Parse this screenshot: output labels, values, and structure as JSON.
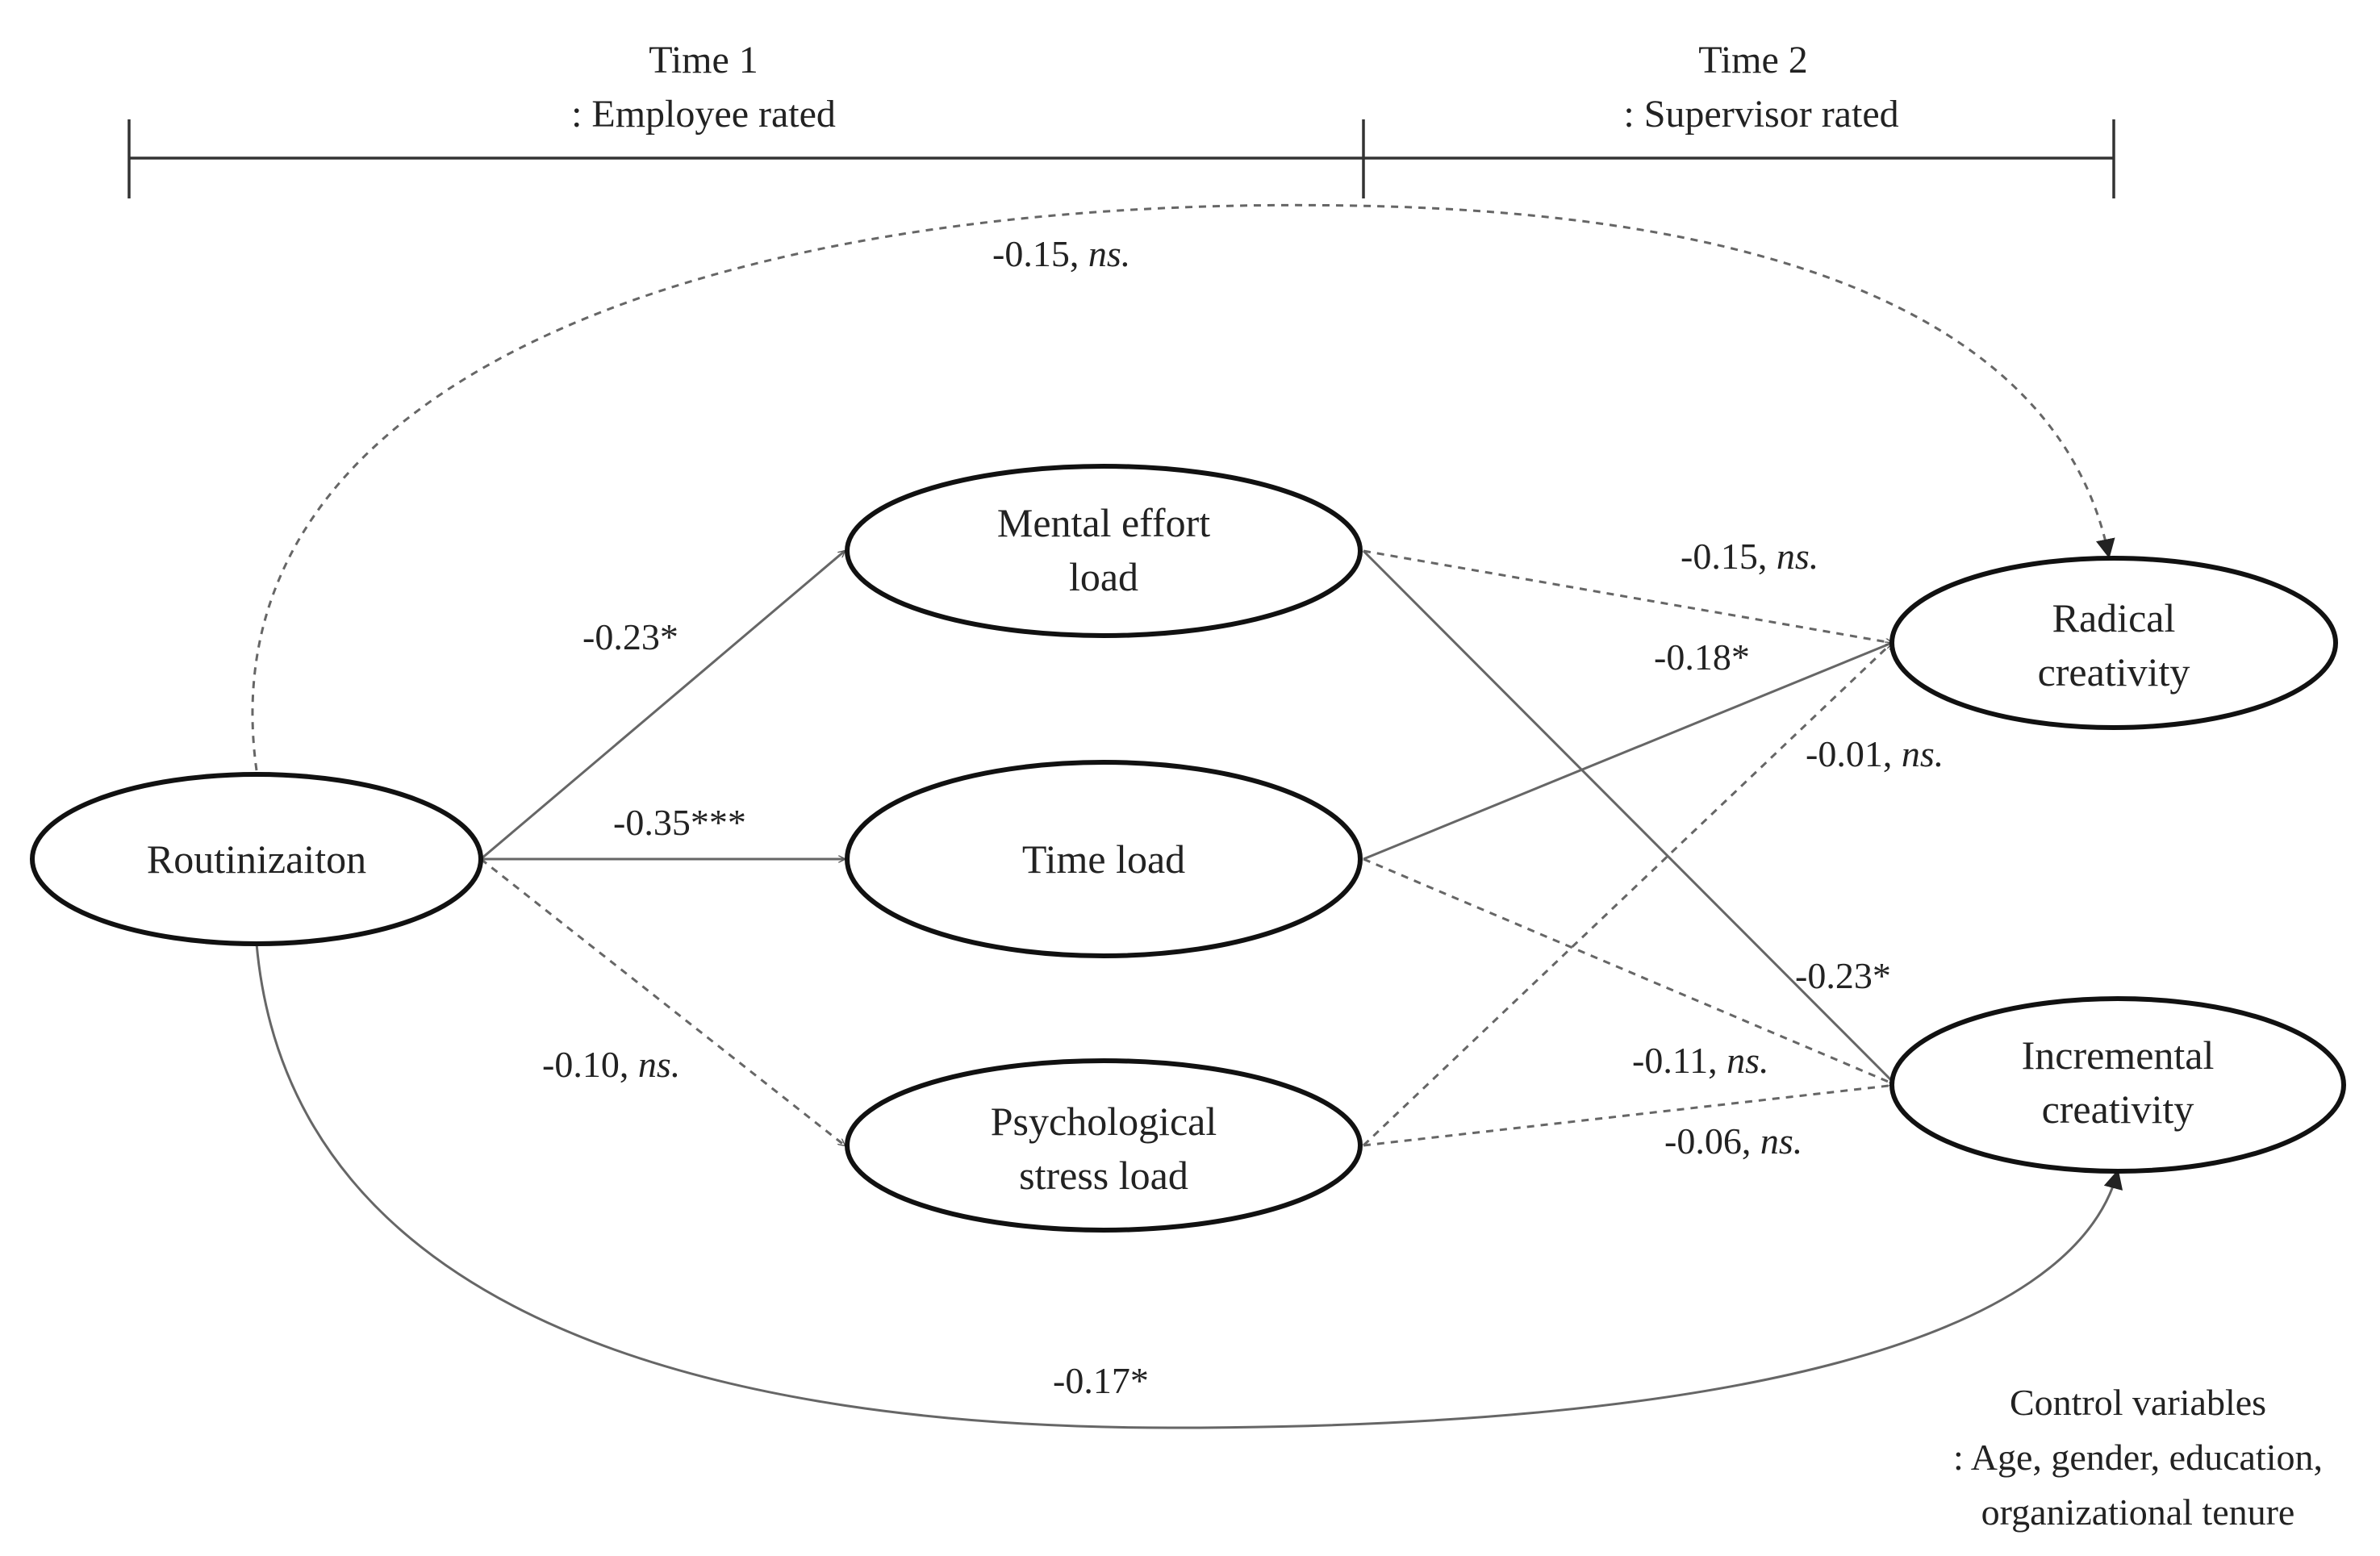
{
  "header": {
    "time1": {
      "title": "Time 1",
      "subtitle": ": Employee rated"
    },
    "time2": {
      "title": "Time 2",
      "subtitle": ": Supervisor rated"
    }
  },
  "nodes": {
    "routinization": {
      "label": "Routinizaiton"
    },
    "mental_effort": {
      "line1": "Mental effort",
      "line2": "load"
    },
    "time_load": {
      "label": "Time load"
    },
    "psych_stress": {
      "line1": "Psychological",
      "line2": "stress load"
    },
    "radical": {
      "line1": "Radical",
      "line2": "creativity"
    },
    "incremental": {
      "line1": "Incremental",
      "line2": "creativity"
    }
  },
  "paths": [
    {
      "id": "rout-radical",
      "from": "Routinizaiton",
      "to": "Radical creativity",
      "coef": "-0.15,",
      "sig": "ns.",
      "style": "dashed"
    },
    {
      "id": "rout-mental",
      "from": "Routinizaiton",
      "to": "Mental effort load",
      "coef": "-0.23*",
      "sig": "",
      "style": "solid"
    },
    {
      "id": "rout-time",
      "from": "Routinizaiton",
      "to": "Time load",
      "coef": "-0.35***",
      "sig": "",
      "style": "solid"
    },
    {
      "id": "rout-psych",
      "from": "Routinizaiton",
      "to": "Psychological stress load",
      "coef": "-0.10,",
      "sig": "ns.",
      "style": "dashed"
    },
    {
      "id": "mental-radical",
      "from": "Mental effort load",
      "to": "Radical creativity",
      "coef": "-0.15,",
      "sig": "ns.",
      "style": "dashed"
    },
    {
      "id": "time-radical",
      "from": "Time load",
      "to": "Radical creativity",
      "coef": "-0.18*",
      "sig": "",
      "style": "solid"
    },
    {
      "id": "psych-radical",
      "from": "Psychological stress load",
      "to": "Radical creativity",
      "coef": "-0.01,",
      "sig": "ns.",
      "style": "dashed"
    },
    {
      "id": "mental-incremental",
      "from": "Mental effort load",
      "to": "Incremental creativity",
      "coef": "-0.23*",
      "sig": "",
      "style": "solid"
    },
    {
      "id": "time-incremental",
      "from": "Time load",
      "to": "Incremental creativity",
      "coef": "-0.11,",
      "sig": "ns.",
      "style": "dashed"
    },
    {
      "id": "psych-incremental",
      "from": "Psychological stress load",
      "to": "Incremental creativity",
      "coef": "-0.06,",
      "sig": "ns.",
      "style": "dashed"
    },
    {
      "id": "rout-incremental",
      "from": "Routinizaiton",
      "to": "Incremental creativity",
      "coef": "-0.17*",
      "sig": "",
      "style": "solid"
    }
  ],
  "controls": {
    "title": "Control variables",
    "line1": ": Age, gender, education,",
    "line2": "organizational tenure"
  },
  "colors": {
    "node_stroke": "#111111",
    "path_stroke": "#666666",
    "text": "#222222"
  }
}
